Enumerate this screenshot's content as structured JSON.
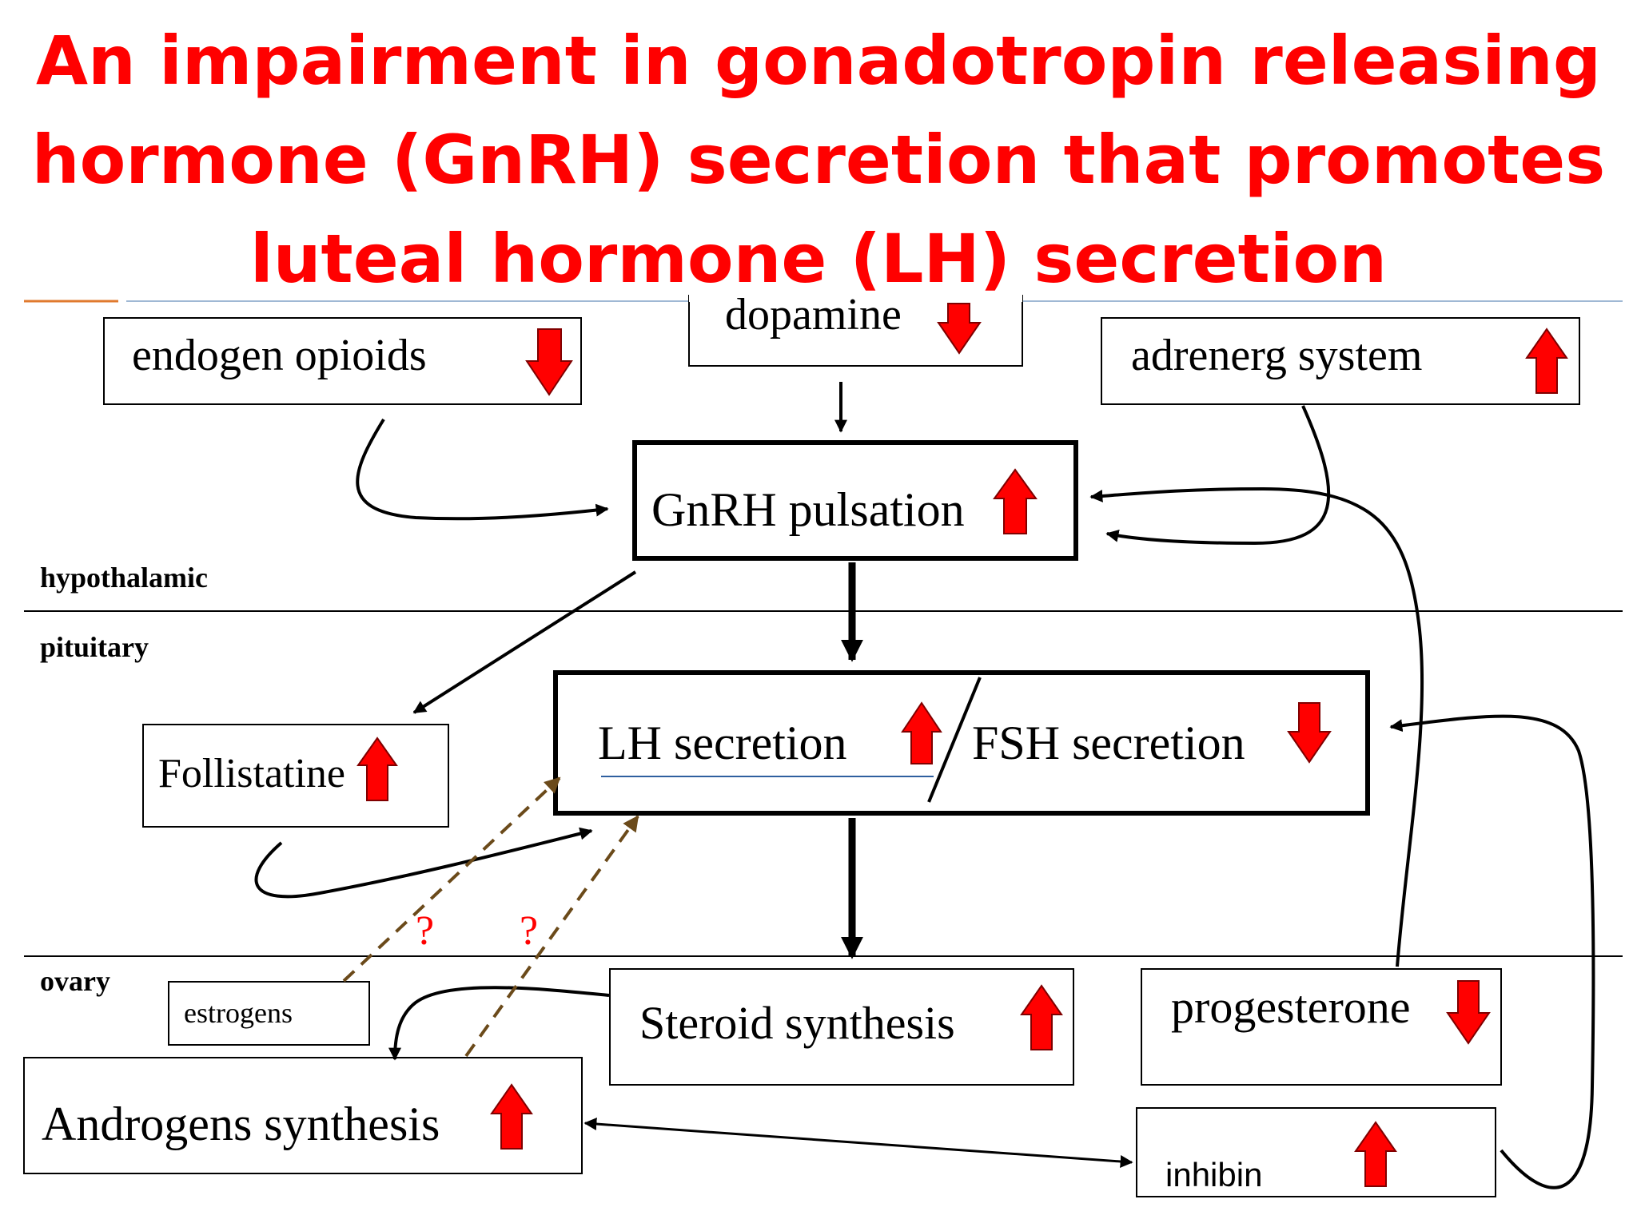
{
  "title": {
    "lines": [
      "An impairment in gonadotropin releasing",
      "hormone (GnRH) secretion that promotes",
      "luteal hormone (LH) secretion"
    ]
  },
  "levels": {
    "hypothalamic": "hypothalamic",
    "pituitary": "pituitary",
    "ovary": "ovary"
  },
  "nodes": {
    "endogen_opioids": {
      "label": "endogen opioids",
      "trend": "down"
    },
    "dopamine": {
      "label": "dopamine",
      "trend": "down"
    },
    "adrenerg_system": {
      "label": "adrenerg system",
      "trend": "up"
    },
    "gnrh_pulsation": {
      "label": "GnRH pulsation",
      "trend": "up"
    },
    "follistatine": {
      "label": "Follistatine",
      "trend": "up"
    },
    "lh_secretion": {
      "label": "LH secretion",
      "trend": "up"
    },
    "fsh_secretion": {
      "label": "FSH secretion",
      "trend": "down"
    },
    "estrogens": {
      "label": "estrogens"
    },
    "steroid_synthesis": {
      "label": "Steroid synthesis",
      "trend": "up"
    },
    "progesterone": {
      "label": "progesterone",
      "trend": "down"
    },
    "androgens_synthesis": {
      "label": "Androgens synthesis",
      "trend": "up"
    },
    "inhibin": {
      "label": "inhibin",
      "trend": "up"
    }
  },
  "uncertain_marks": [
    "?",
    "?"
  ],
  "colors": {
    "title": "#ff0000",
    "trend_arrow": "#ff0000",
    "dashed_arrow": "#6b4a1a",
    "question_mark": "#ff0000",
    "lh_underline": "#2f5f9f",
    "header_rule_left": "#e07a2e",
    "header_rule_right": "#9fb8d4"
  }
}
